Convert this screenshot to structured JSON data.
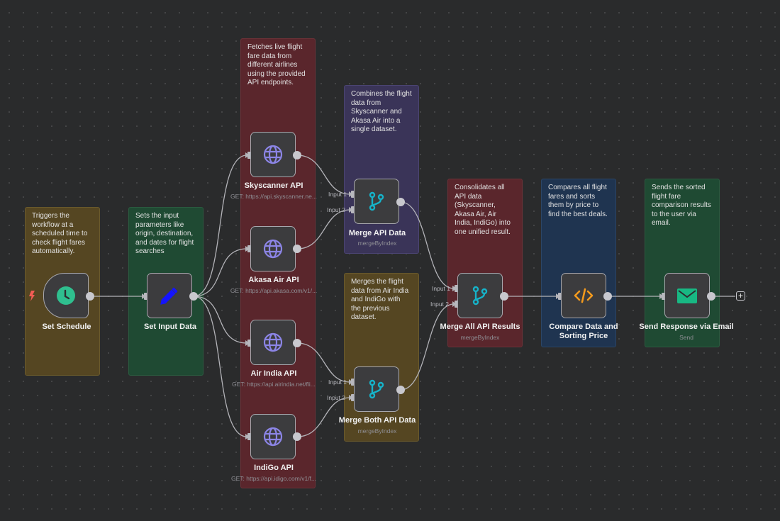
{
  "workflow": {
    "sticky_notes": [
      {
        "id": "note-schedule",
        "color": "yellow",
        "text": "Triggers the workflow at a scheduled time to check flight fares automatically."
      },
      {
        "id": "note-input",
        "color": "green",
        "text": "Sets the input parameters like origin, destination, and dates for flight searches"
      },
      {
        "id": "note-apis",
        "color": "red",
        "text": "Fetches live flight fare data from different airlines using the provided API endpoints."
      },
      {
        "id": "note-merge1",
        "color": "purple",
        "text": "Combines the flight data from Skyscanner and Akasa Air into a single dataset."
      },
      {
        "id": "note-merge2",
        "color": "yellow",
        "text": "Merges the flight data from Air India and IndiGo with the previous dataset."
      },
      {
        "id": "note-merge-all",
        "color": "red",
        "text": "Consolidates all API data (Skyscanner, Akasa Air, Air India, IndiGo) into one unified result."
      },
      {
        "id": "note-compare",
        "color": "blue",
        "text": "Compares all flight fares and sorts them by price to find the best deals."
      },
      {
        "id": "note-email",
        "color": "green",
        "text": "Sends the sorted flight fare comparison results to the user via email."
      }
    ],
    "nodes": {
      "set_schedule": {
        "name": "Set Schedule",
        "icon": "clock-icon",
        "icon_color": "#2fbf8f"
      },
      "set_input": {
        "name": "Set Input Data",
        "icon": "pencil-icon",
        "icon_color": "#1414ff"
      },
      "skyscanner": {
        "name": "Skyscanner API",
        "subtitle": "GET: https://api.skyscanner.ne...",
        "icon": "globe-icon",
        "icon_color": "#8c85e6"
      },
      "akasa": {
        "name": "Akasa Air API",
        "subtitle": "GET: https://api.akasa.com/v1/...",
        "icon": "globe-icon",
        "icon_color": "#8c85e6"
      },
      "airindia": {
        "name": "Air India API",
        "subtitle": "GET: https://api.airindia.net/fli...",
        "icon": "globe-icon",
        "icon_color": "#8c85e6"
      },
      "indigo": {
        "name": "IndiGo API",
        "subtitle": "GET: https://api.idigo.com/v1/f...",
        "icon": "globe-icon",
        "icon_color": "#8c85e6"
      },
      "merge_api": {
        "name": "Merge API Data",
        "subtitle": "mergeByIndex",
        "icon": "merge-icon",
        "icon_color": "#16b3c9"
      },
      "merge_both": {
        "name": "Merge Both API Data",
        "subtitle": "mergeByIndex",
        "icon": "merge-icon",
        "icon_color": "#16b3c9"
      },
      "merge_all": {
        "name": "Merge All API Results",
        "subtitle": "mergeByIndex",
        "icon": "merge-icon",
        "icon_color": "#16b3c9"
      },
      "compare": {
        "name": "Compare Data and Sorting Price",
        "icon": "code-icon",
        "icon_color": "#f39a1d"
      },
      "send_email": {
        "name": "Send Response via Email",
        "subtitle": "Send",
        "icon": "envelope-icon",
        "icon_color": "#18b883"
      }
    },
    "port_labels": {
      "input1": "Input 1",
      "input2": "Input 2"
    },
    "add_node_label": "+"
  }
}
